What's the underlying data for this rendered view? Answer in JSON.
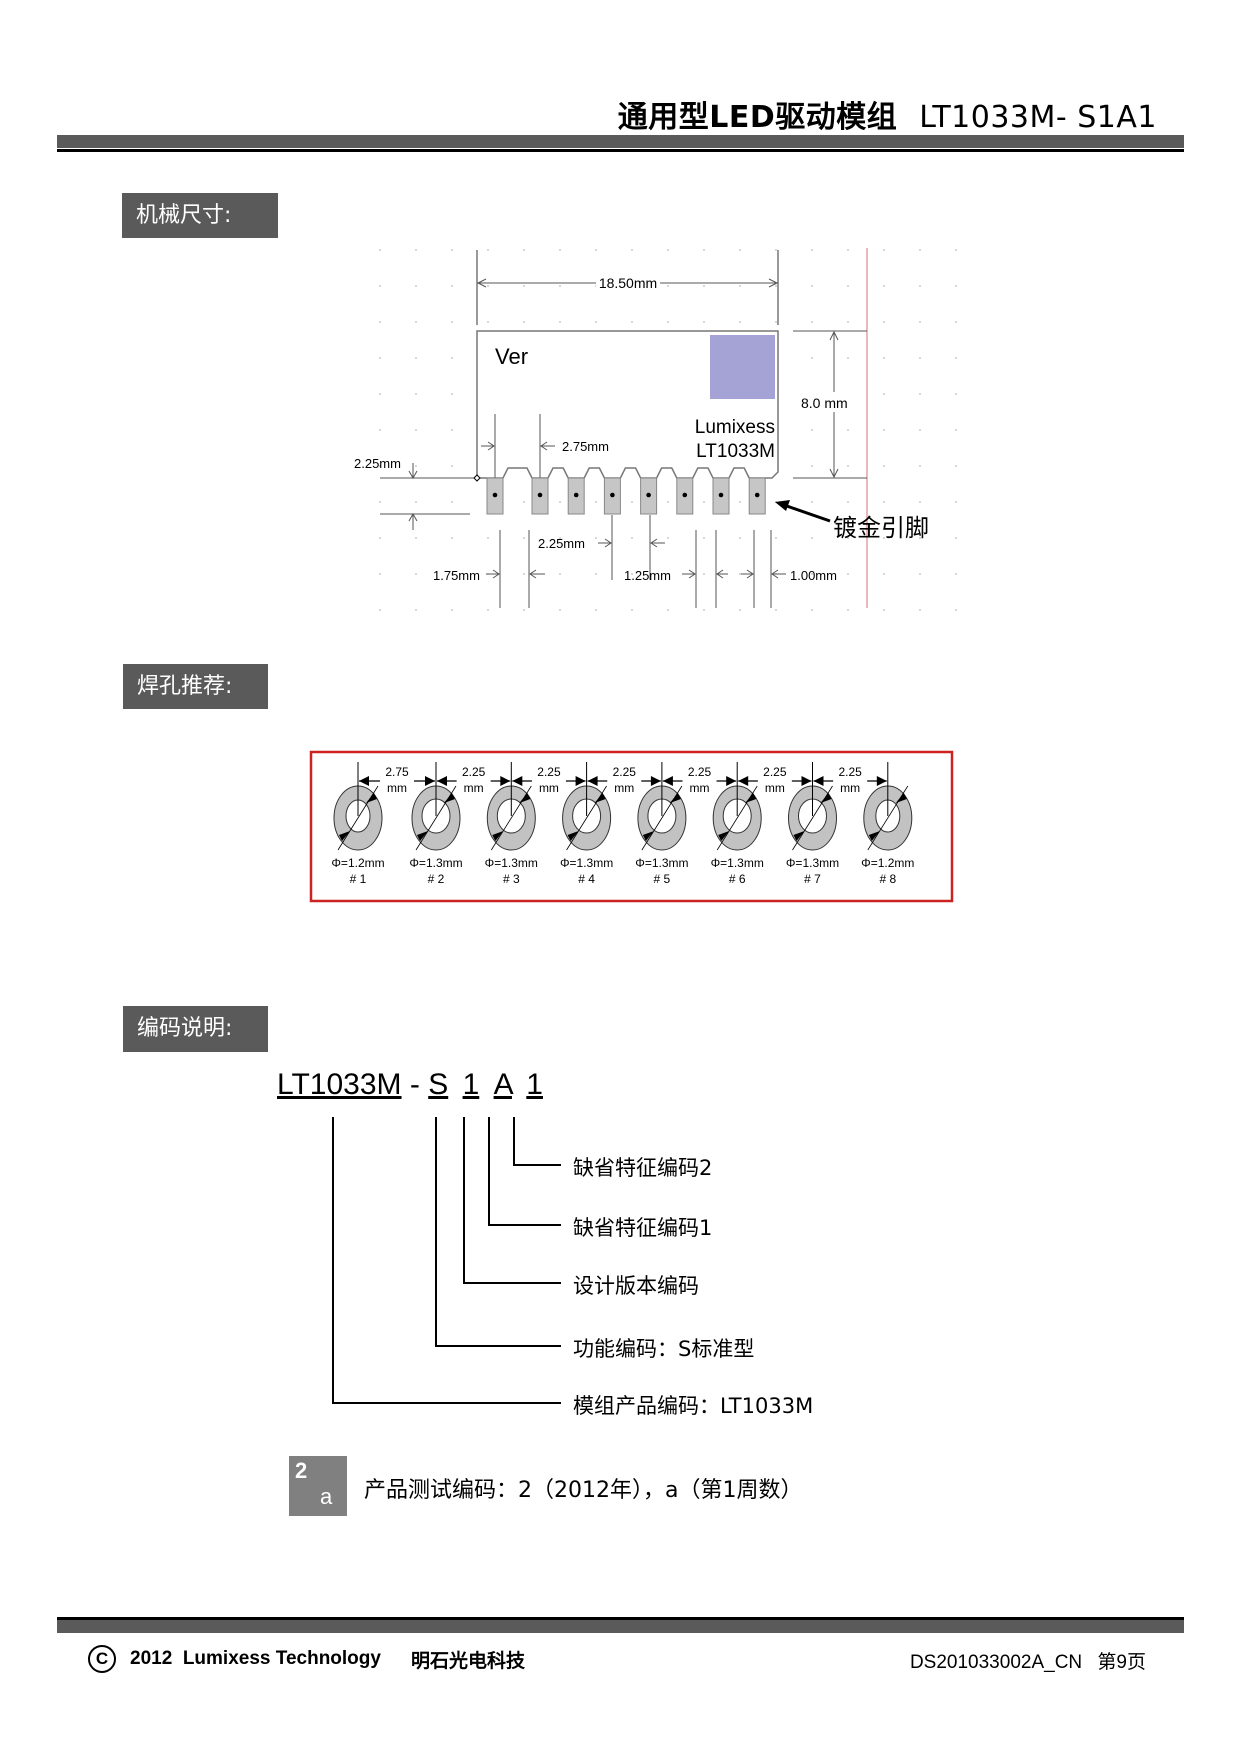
{
  "header": {
    "title_cn": "通用型LED驱动模组",
    "part_number": "LT1033M- S1A1"
  },
  "sections": {
    "mechanical": "机械尺寸:",
    "solder_holes": "焊孔推荐:",
    "coding": "编码说明:"
  },
  "mechanical_drawing": {
    "width_label": "18.50mm",
    "height_label": "8.0 mm",
    "pin_offset_label": "2.25mm",
    "first_pitch_label": "2.75mm",
    "pitch_label": "2.25mm",
    "left_margin_label": "1.75mm",
    "pad_width_label": "1.25mm",
    "right_label": "1.00mm",
    "ver_label": "Ver",
    "brand_label": "Lumixess",
    "model_label": "LT1033M",
    "pins_callout": "镀金引脚",
    "logo_color": "#a5a3d6",
    "pin_count": 8
  },
  "solder_holes": {
    "border_color": "#cc2222",
    "spacings": [
      {
        "value": "2.75",
        "unit": "mm"
      },
      {
        "value": "2.25",
        "unit": "mm"
      },
      {
        "value": "2.25",
        "unit": "mm"
      },
      {
        "value": "2.25",
        "unit": "mm"
      },
      {
        "value": "2.25",
        "unit": "mm"
      },
      {
        "value": "2.25",
        "unit": "mm"
      },
      {
        "value": "2.25",
        "unit": "mm"
      }
    ],
    "holes": [
      {
        "diameter": "Φ=1.2mm",
        "id": "# 1"
      },
      {
        "diameter": "Φ=1.3mm",
        "id": "# 2"
      },
      {
        "diameter": "Φ=1.3mm",
        "id": "# 3"
      },
      {
        "diameter": "Φ=1.3mm",
        "id": "# 4"
      },
      {
        "diameter": "Φ=1.3mm",
        "id": "# 5"
      },
      {
        "diameter": "Φ=1.3mm",
        "id": "# 6"
      },
      {
        "diameter": "Φ=1.3mm",
        "id": "# 7"
      },
      {
        "diameter": "Φ=1.2mm",
        "id": "# 8"
      }
    ]
  },
  "coding": {
    "code_parts": [
      "LT1033M",
      "-",
      "S",
      "1",
      "A",
      "1"
    ],
    "labels": [
      "缺省特征编码2",
      "缺省特征编码1",
      "设计版本编码",
      "功能编码：S标准型",
      "模组产品编码：LT1033M"
    ],
    "test_code_digit": "2",
    "test_code_letter": "a",
    "test_code_text": "产品测试编码：2（2012年），a（第1周数）"
  },
  "footer": {
    "copyright_symbol": "C",
    "copyright": "2012  Lumixess Technology",
    "company_cn": "明石光电科技",
    "doc_id": "DS201033002A_CN",
    "page": "第9页"
  }
}
